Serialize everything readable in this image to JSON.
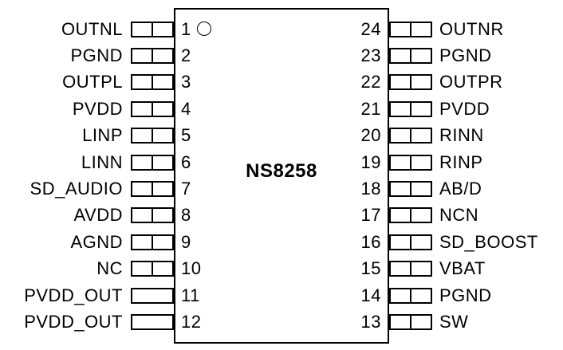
{
  "chip": {
    "name": "NS8258",
    "pin1_indicator": "circle-icon",
    "left_pins": [
      {
        "number": "1",
        "label": "OUTNL",
        "split": true
      },
      {
        "number": "2",
        "label": "PGND",
        "split": true
      },
      {
        "number": "3",
        "label": "OUTPL",
        "split": true
      },
      {
        "number": "4",
        "label": "PVDD",
        "split": true
      },
      {
        "number": "5",
        "label": "LINP",
        "split": true
      },
      {
        "number": "6",
        "label": "LINN",
        "split": true
      },
      {
        "number": "7",
        "label": "SD_AUDIO",
        "split": true
      },
      {
        "number": "8",
        "label": "AVDD",
        "split": true
      },
      {
        "number": "9",
        "label": "AGND",
        "split": true
      },
      {
        "number": "10",
        "label": "NC",
        "split": true
      },
      {
        "number": "11",
        "label": "PVDD_OUT",
        "split": false
      },
      {
        "number": "12",
        "label": "PVDD_OUT",
        "split": false
      }
    ],
    "right_pins": [
      {
        "number": "24",
        "label": "OUTNR",
        "split": true
      },
      {
        "number": "23",
        "label": "PGND",
        "split": true
      },
      {
        "number": "22",
        "label": "OUTPR",
        "split": true
      },
      {
        "number": "21",
        "label": "PVDD",
        "split": true
      },
      {
        "number": "20",
        "label": "RINN",
        "split": true
      },
      {
        "number": "19",
        "label": "RINP",
        "split": true
      },
      {
        "number": "18",
        "label": "AB/D",
        "split": true
      },
      {
        "number": "17",
        "label": "NCN",
        "split": true
      },
      {
        "number": "16",
        "label": "SD_BOOST",
        "split": true
      },
      {
        "number": "15",
        "label": "VBAT",
        "split": true
      },
      {
        "number": "14",
        "label": "PGND",
        "split": true
      },
      {
        "number": "13",
        "label": "SW",
        "split": true
      }
    ]
  },
  "colors": {
    "line": "#000000",
    "background": "#ffffff"
  }
}
